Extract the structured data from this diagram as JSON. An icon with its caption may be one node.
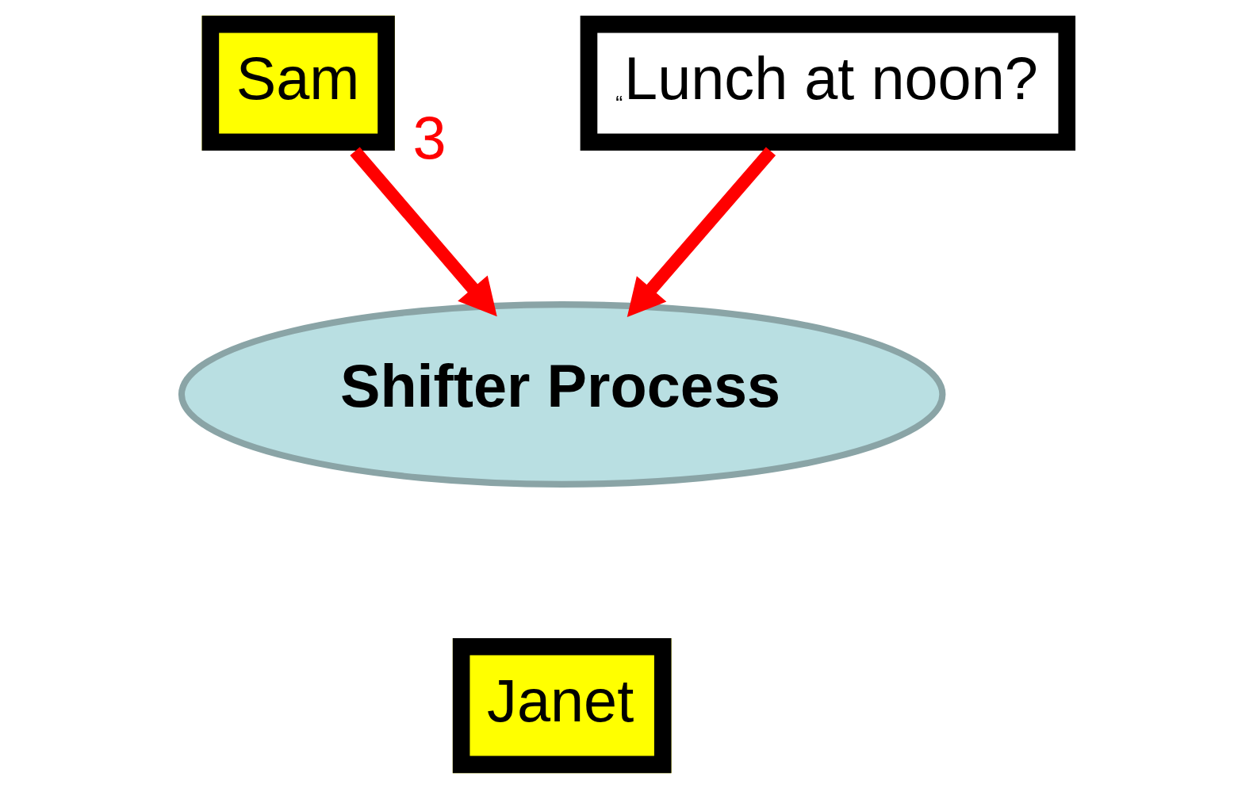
{
  "diagram": {
    "nodes": [
      {
        "text": [
          "Sam"
        ]
      },
      {
        "text": [
          "“",
          "Lunch at noon?"
        ]
      },
      {
        "text": [
          "Shifter Process"
        ]
      },
      {
        "text": [
          "Janet"
        ]
      }
    ],
    "edges": [
      {
        "from": 0,
        "to": 2,
        "arrow": "to",
        "label": "3"
      },
      {
        "from": 1,
        "to": 2,
        "arrow": "to"
      }
    ]
  }
}
